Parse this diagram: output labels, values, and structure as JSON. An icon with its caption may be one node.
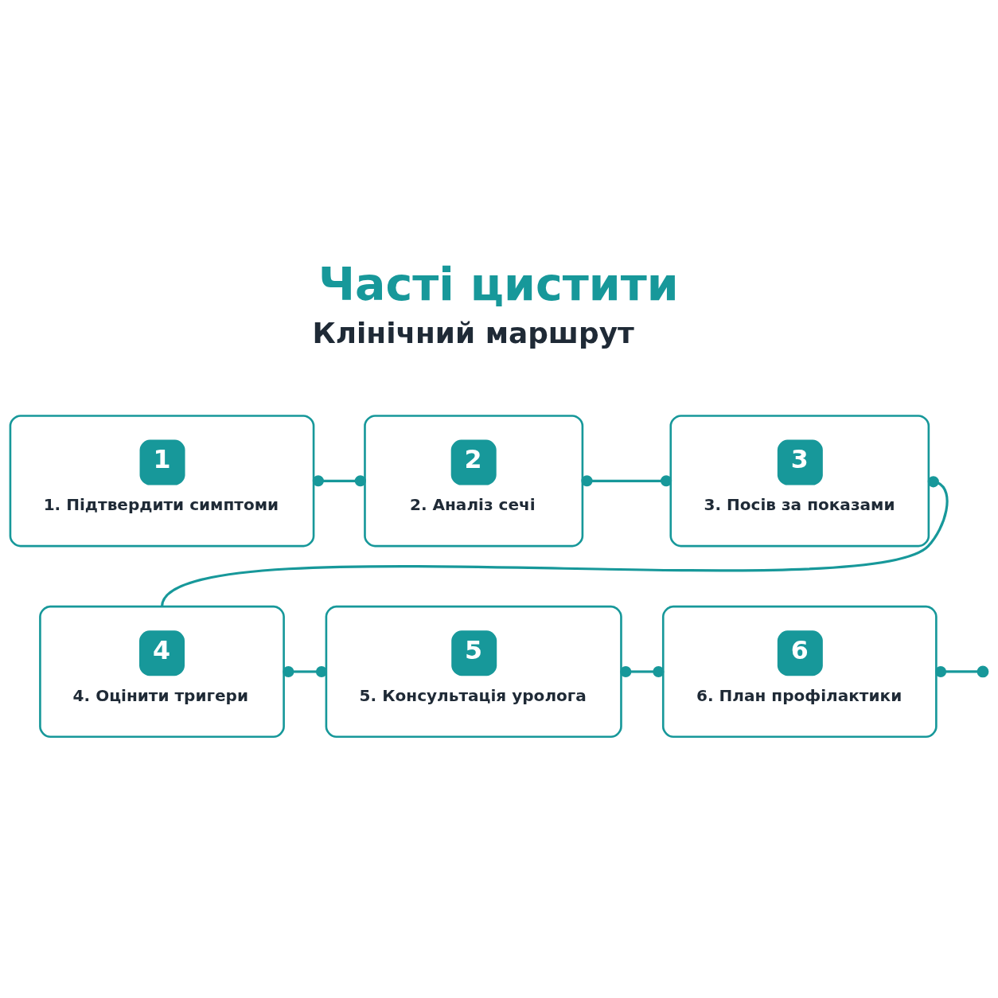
{
  "diagram": {
    "title": "Часті цистити",
    "nodes": [
      {
        "text": [
          "1",
          "1. Підтвердити симптоми"
        ]
      },
      {
        "text": [
          "2",
          "2. Аналіз сечі"
        ]
      },
      {
        "text": [
          "3",
          "3. Посів за показами"
        ]
      },
      {
        "text": [
          "4",
          "4. Оцінити тригери"
        ]
      },
      {
        "text": [
          "5",
          "5. Консультація уролога"
        ]
      },
      {
        "text": [
          "6",
          "6. План профілактики"
        ]
      }
    ],
    "edges": [
      {
        "from": 0,
        "to": 1,
        "arrow": "other"
      },
      {
        "from": 1,
        "to": 2,
        "arrow": "other"
      },
      {
        "from": 2,
        "to": 3,
        "arrow": "other"
      },
      {
        "from": 3,
        "to": 4,
        "arrow": "other"
      },
      {
        "from": 4,
        "to": 5,
        "arrow": "other"
      },
      {
        "from": 5,
        "to": null,
        "arrow": "other"
      }
    ],
    "labels": [
      "Клінічний маршрут"
    ]
  }
}
